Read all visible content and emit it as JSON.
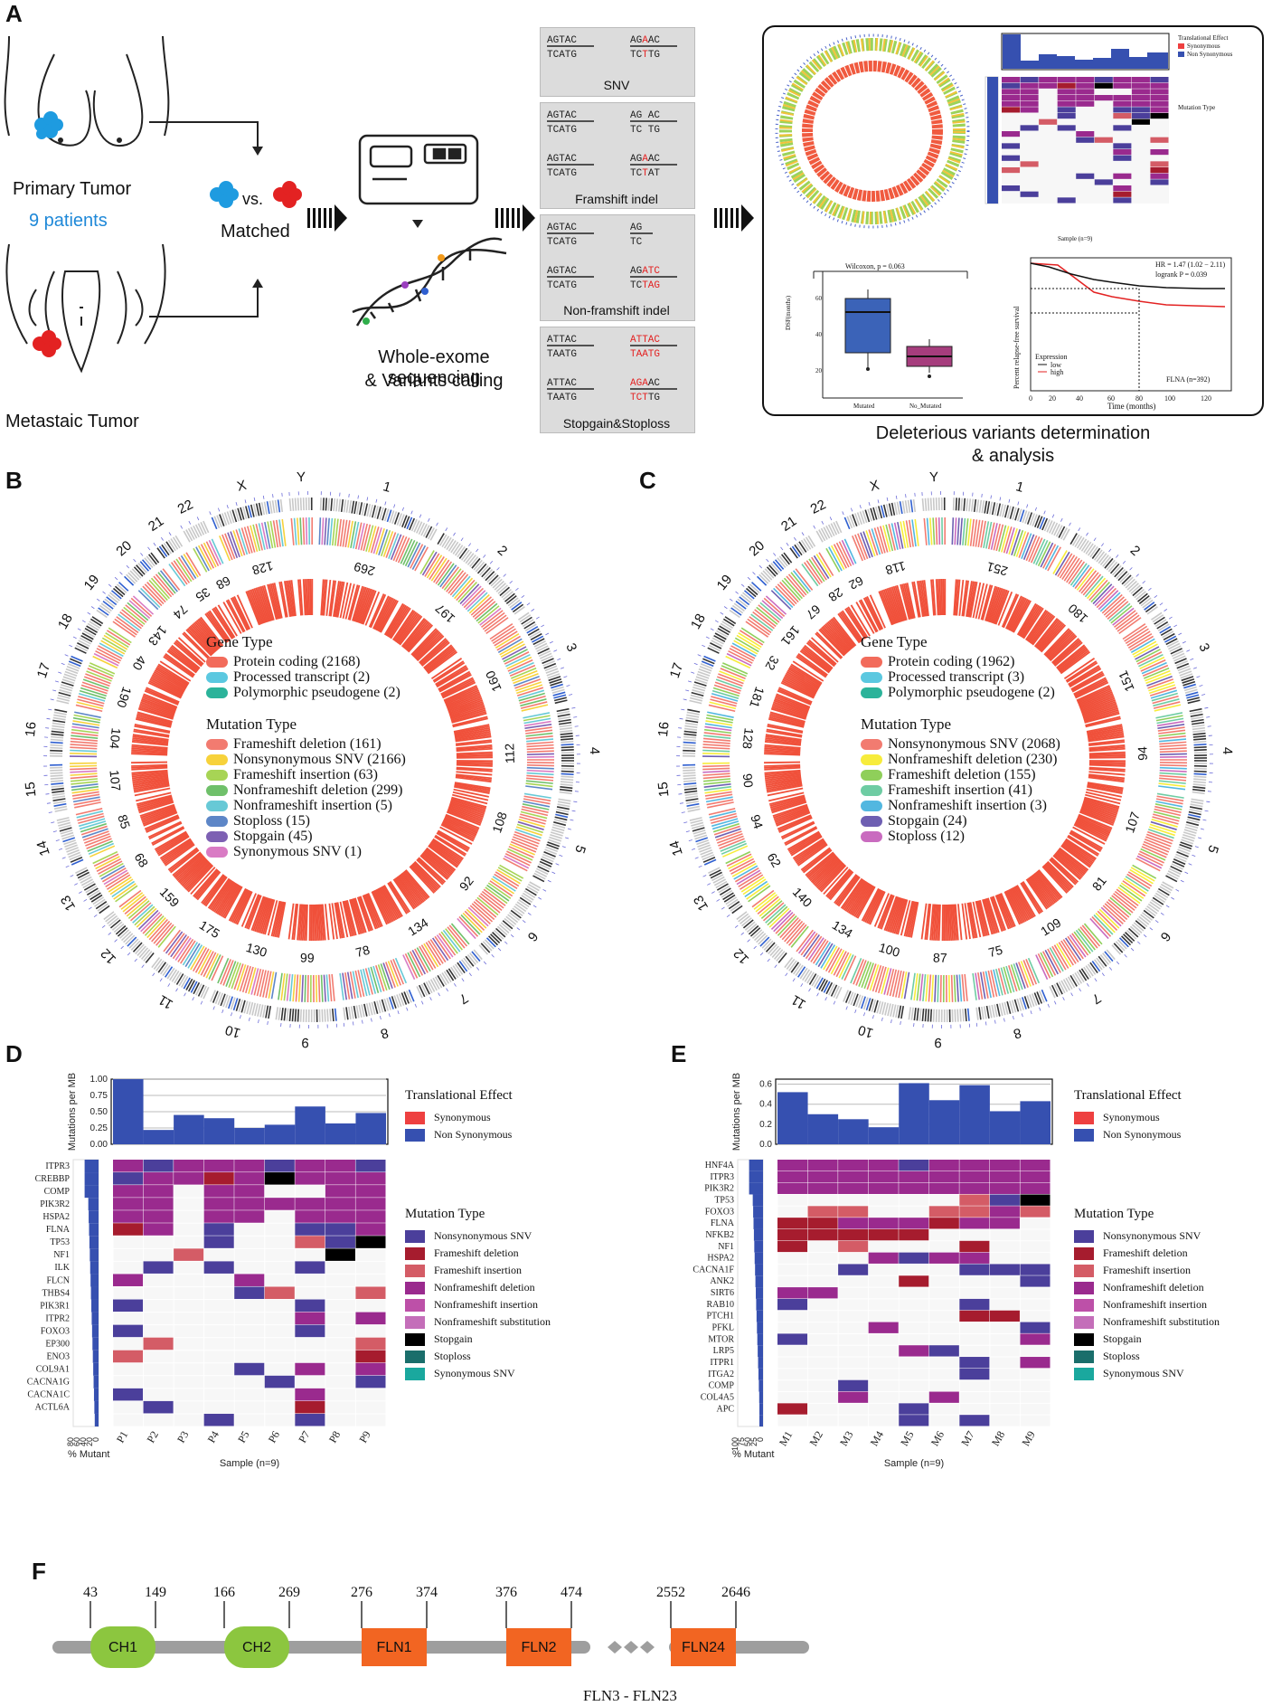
{
  "panels": {
    "A": "A",
    "B": "B",
    "C": "C",
    "D": "D",
    "E": "E",
    "F": "F"
  },
  "panelA": {
    "primary": "Primary Tumor",
    "patients": "9 patients",
    "metastatic": "Metastaic Tumor",
    "vs": "vs.",
    "matched": "Matched",
    "wes_line1": "Whole-exome sequencing",
    "wes_line2": "& Variants calling",
    "boxes": [
      "SNV",
      "Framshift indel",
      "Non-framshift indel",
      "Stopgain&Stoploss"
    ],
    "result_line1": "Deleterious variants determination",
    "result_line2": "& analysis",
    "wilcoxon": "Wilcoxon, p = 0.063",
    "box_groups": [
      "Mutated",
      "No_Mutated"
    ],
    "box_ylabel": "DSF(months)",
    "km": {
      "hr": "HR = 1.47 (1.02 − 2.11)",
      "logrank": "logrank P = 0.039",
      "expr": "Expression",
      "low": "low",
      "high": "high",
      "gene": "FLNA (n=392)",
      "xlabel": "Time (months)",
      "ylabel": "Percent relapse-free survival"
    },
    "mini_te": "Translational Effect",
    "mini_syn": "Synonymous",
    "mini_nonsyn": "Non Synonymous",
    "mini_mt": "Mutation Type",
    "mini_sample": "Sample (n=9)"
  },
  "panelB": {
    "chromosomes": [
      "1",
      "2",
      "3",
      "4",
      "5",
      "6",
      "7",
      "8",
      "9",
      "10",
      "11",
      "12",
      "13",
      "14",
      "15",
      "16",
      "17",
      "18",
      "19",
      "20",
      "21",
      "22",
      "X",
      "Y"
    ],
    "counts": [
      "269",
      "197",
      "160",
      "112",
      "108",
      "92",
      "134",
      "78",
      "99",
      "130",
      "175",
      "159",
      "68",
      "85",
      "107",
      "104",
      "190",
      "40",
      "143",
      "74",
      "35",
      "68",
      "128"
    ],
    "gene_type_title": "Gene Type",
    "gene_types": [
      {
        "label": "Protein coding (2168)",
        "color": "#f26b5b"
      },
      {
        "label": "Processed transcript (2)",
        "color": "#5bc8e0"
      },
      {
        "label": "Polymorphic pseudogene (2)",
        "color": "#2bb39a"
      }
    ],
    "mut_type_title": "Mutation Type",
    "mut_types": [
      {
        "label": "Frameshift deletion (161)",
        "color": "#f27b70"
      },
      {
        "label": "Nonsynonymous SNV (2166)",
        "color": "#f7d23b"
      },
      {
        "label": "Frameshift insertion (63)",
        "color": "#a7d455"
      },
      {
        "label": "Nonframeshift deletion (299)",
        "color": "#6fc06a"
      },
      {
        "label": "Nonframeshift insertion (5)",
        "color": "#67c9d6"
      },
      {
        "label": "Stoploss (15)",
        "color": "#5d86c7"
      },
      {
        "label": "Stopgain (45)",
        "color": "#7d60b3"
      },
      {
        "label": "Synonymous SNV (1)",
        "color": "#d97bc4"
      }
    ]
  },
  "panelC": {
    "chromosomes": [
      "1",
      "2",
      "3",
      "4",
      "5",
      "6",
      "7",
      "8",
      "9",
      "10",
      "11",
      "12",
      "13",
      "14",
      "15",
      "16",
      "17",
      "18",
      "19",
      "20",
      "21",
      "22",
      "X",
      "Y"
    ],
    "counts": [
      "251",
      "180",
      "151",
      "94",
      "107",
      "81",
      "109",
      "75",
      "87",
      "100",
      "134",
      "140",
      "62",
      "94",
      "90",
      "128",
      "181",
      "32",
      "161",
      "67",
      "28",
      "62",
      "118"
    ],
    "gene_type_title": "Gene Type",
    "gene_types": [
      {
        "label": "Protein coding  (1962)",
        "color": "#f26b5b"
      },
      {
        "label": "Processed transcript (3)",
        "color": "#5bc8e0"
      },
      {
        "label": "Polymorphic pseudogene (2)",
        "color": "#2bb39a"
      }
    ],
    "mut_type_title": "Mutation Type",
    "mut_types": [
      {
        "label": "Nonsynonymous SNV (2068)",
        "color": "#f27b70"
      },
      {
        "label": "Nonframeshift deletion (230)",
        "color": "#f7ec3b"
      },
      {
        "label": "Frameshift deletion (155)",
        "color": "#8fcf5a"
      },
      {
        "label": "Frameshift insertion (41)",
        "color": "#6ecca3"
      },
      {
        "label": "Nonframeshift insertion (3)",
        "color": "#52b7e0"
      },
      {
        "label": "Stopgain (24)",
        "color": "#6e5fb2"
      },
      {
        "label": "Stoploss (12)",
        "color": "#c96bbf"
      }
    ]
  },
  "oncoLegend": {
    "te_title": "Translational Effect",
    "syn": "Synonymous",
    "nonsyn": "Non Synonymous",
    "mt_title": "Mutation Type",
    "types": [
      {
        "label": "Nonsynonymous SNV",
        "color": "#4b3f9b"
      },
      {
        "label": "Frameshift deletion",
        "color": "#a61c2e"
      },
      {
        "label": "Frameshift insertion",
        "color": "#d45c66"
      },
      {
        "label": "Nonframeshift deletion",
        "color": "#9a2a8e"
      },
      {
        "label": "Nonframeshift insertion",
        "color": "#bd50a8"
      },
      {
        "label": "Nonframeshift substitution",
        "color": "#c46eb9"
      },
      {
        "label": "Stopgain",
        "color": "#000000"
      },
      {
        "label": "Stoploss",
        "color": "#1a6e6b"
      },
      {
        "label": "Synonymous SNV",
        "color": "#1aa89e"
      }
    ],
    "syn_color": "#ee4040",
    "nonsyn_color": "#3650b0"
  },
  "panelD": {
    "ylabel": "Mutations per MB",
    "yticks": [
      "1.00",
      "0.75",
      "0.50",
      "0.25",
      "0.00"
    ],
    "bars": [
      1.0,
      0.22,
      0.45,
      0.4,
      0.25,
      0.3,
      0.58,
      0.32,
      0.48
    ],
    "genes": [
      "ITPR3",
      "CREBBP",
      "COMP",
      "PIK3R2",
      "HSPA2",
      "FLNA",
      "TP53",
      "NF1",
      "ILK",
      "FLCN",
      "THBS4",
      "PIK3R1",
      "ITPR2",
      "FOXO3",
      "EP300",
      "ENO3",
      "COL9A1",
      "CACNA1G",
      "CACNA1C",
      "ACTL6A"
    ],
    "samples": [
      "P1",
      "P2",
      "P3",
      "P4",
      "P5",
      "P6",
      "P7",
      "P8",
      "P9"
    ],
    "xlabel": "Sample (n=9)",
    "mutant_label": "% Mutant",
    "mutant_ticks": [
      "80",
      "60",
      "40",
      "20",
      "0"
    ],
    "grid": [
      "DNDDDNDDN",
      "NDDFDSDDD",
      "DD.DD..DD",
      "DD.DDDDDD",
      "DD.DD.DDD",
      "FD.N..NND",
      "...N..INS",
      "..I....S.",
      ".N.N..N..",
      "D...D....",
      "....NI..I",
      "N.....N..",
      "......D.D",
      "N.....N..",
      ".I......I",
      "I.......F",
      "....N.D.D",
      ".....N..N",
      "N.....D..",
      ".N....F..",
      "...N..N.."
    ]
  },
  "panelE": {
    "ylabel": "Mutations per MB",
    "yticks": [
      "0.6",
      "0.4",
      "0.2",
      "0.0"
    ],
    "bars": [
      0.52,
      0.3,
      0.25,
      0.17,
      0.61,
      0.44,
      0.59,
      0.33,
      0.43
    ],
    "genes": [
      "HNF4A",
      "ITPR3",
      "PIK3R2",
      "TP53",
      "FOXO3",
      "FLNA",
      "NFKB2",
      "NF1",
      "HSPA2",
      "CACNA1F",
      "ANK2",
      "SIRT6",
      "RAB10",
      "PTCH1",
      "PFKL",
      "MTOR",
      "LRP5",
      "ITPR1",
      "ITGA2",
      "COMP",
      "COL4A5",
      "APC"
    ],
    "samples": [
      "M1",
      "M2",
      "M3",
      "M4",
      "M5",
      "M6",
      "M7",
      "M8",
      "M9"
    ],
    "xlabel": "Sample (n=9)",
    "mutant_label": "% Mutant",
    "mutant_ticks": [
      "100",
      "75",
      "50",
      "25",
      "0"
    ],
    "grid": [
      "DDDDNDDDD",
      "DDDDDDDDD",
      "DDDDDDDDD",
      "......INS",
      ".II..IIDI",
      "FFDDDFDD.",
      "FFFFF....",
      "F.I...F..",
      "...DNDD..",
      "..N...NNN",
      "....F...N",
      "DD.......",
      "N.....N..",
      "......FF.",
      "...D....N",
      "N.......D",
      "....DN...",
      "......N.D",
      "......N..",
      "..N......",
      "..D..D...",
      "F...N....",
      "....N.N.."
    ]
  },
  "panelF": {
    "domains": [
      {
        "label": "CH1",
        "start": "43",
        "end": "149",
        "color": "#8cc63f",
        "shape": "round"
      },
      {
        "label": "CH2",
        "start": "166",
        "end": "269",
        "color": "#8cc63f",
        "shape": "round"
      },
      {
        "label": "FLN1",
        "start": "276",
        "end": "374",
        "color": "#f26522",
        "shape": "rect"
      },
      {
        "label": "FLN2",
        "start": "376",
        "end": "474",
        "color": "#f26522",
        "shape": "rect"
      },
      {
        "label": "FLN24",
        "start": "2552",
        "end": "2646",
        "color": "#f26522",
        "shape": "rect"
      }
    ],
    "gap_label": "FLN3 - FLN23"
  }
}
